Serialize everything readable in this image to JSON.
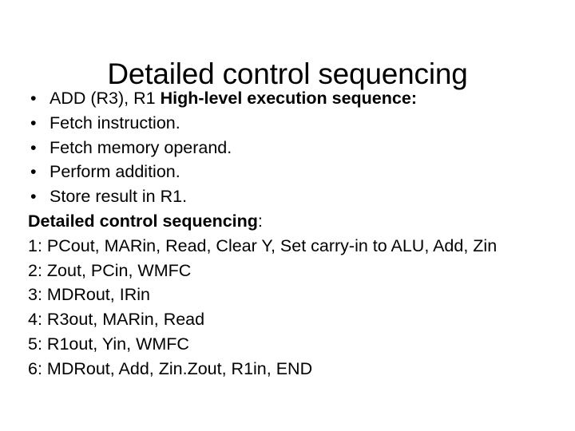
{
  "slide": {
    "title": "Detailed control sequencing",
    "bullet_marker": "•",
    "bullets": [
      {
        "text": "ADD (R3), R1 ",
        "bold_text": "High-level execution sequence:"
      },
      {
        "text": "Fetch instruction.",
        "bold_text": ""
      },
      {
        "text": "Fetch memory operand.",
        "bold_text": ""
      },
      {
        "text": "Perform addition.",
        "bold_text": ""
      },
      {
        "text": "Store result in R1.",
        "bold_text": ""
      }
    ],
    "section_heading": {
      "bold_text": "Detailed control sequencing",
      "text": ":"
    },
    "steps": [
      {
        "label": "1:",
        "text": "PCout, MARin, Read, Clear Y, Set carry-in to ALU, Add, Zin"
      },
      {
        "label": "2:",
        "text": "Zout, PCin, WMFC"
      },
      {
        "label": "3:",
        "text": "MDRout, IRin"
      },
      {
        "label": "4:",
        "text": "R3out, MARin, Read"
      },
      {
        "label": "5:",
        "text": "R1out, Yin, WMFC"
      },
      {
        "label": "6:",
        "text": "MDRout, Add, Zin.Zout, R1in, END"
      }
    ],
    "colors": {
      "background": "#ffffff",
      "text": "#000000"
    }
  }
}
